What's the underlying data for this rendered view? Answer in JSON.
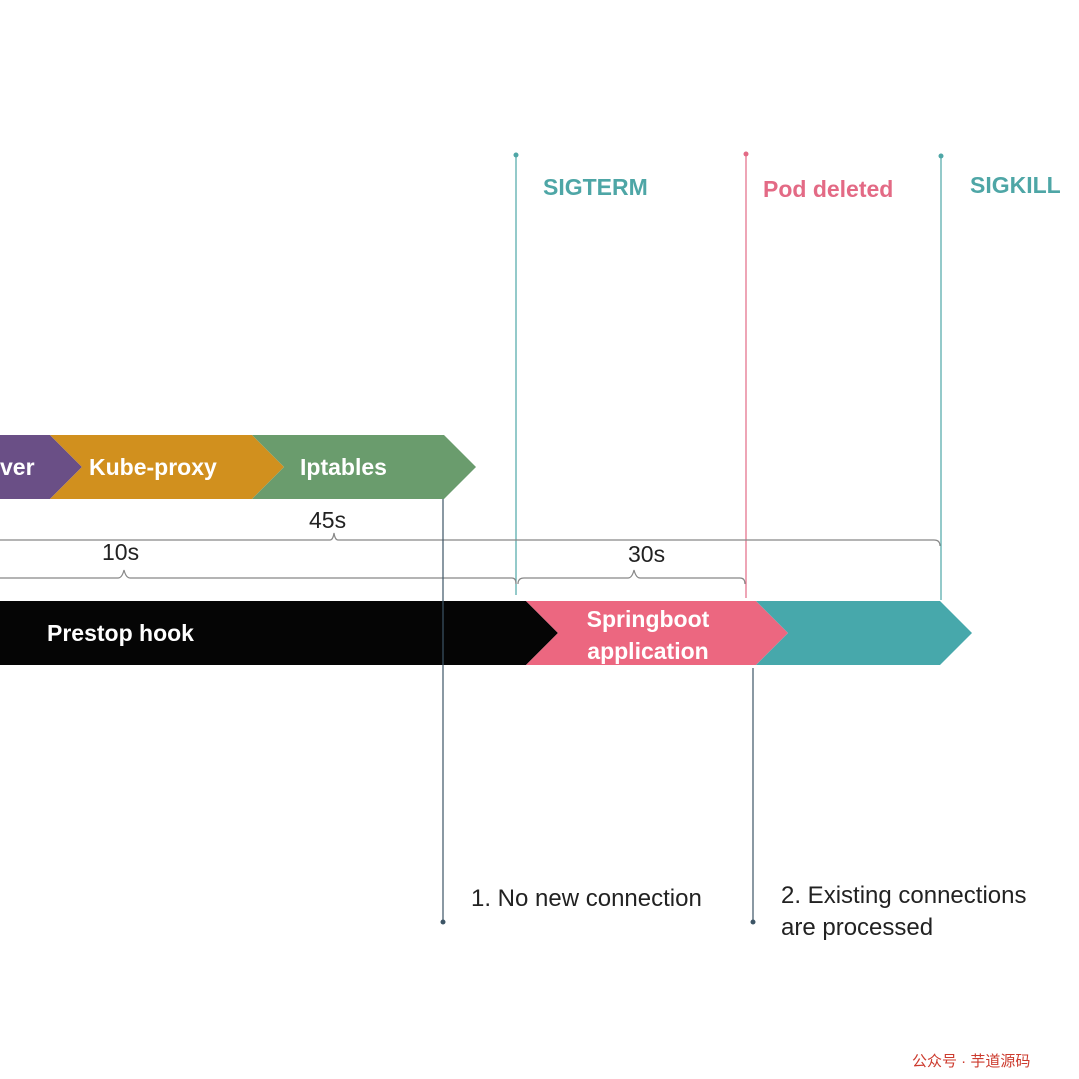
{
  "colors": {
    "purple": "#6a4f86",
    "kube_proxy": "#d1901e",
    "iptables": "#6a9c6d",
    "prestop": "#050505",
    "springboot": "#ec6780",
    "final": "#47a8ab",
    "sigterm": "#4ea6a6",
    "pod_deleted": "#e36a85",
    "sigkill": "#4ea6a6",
    "line_dark": "#3d5566",
    "bracket": "#888888",
    "watermark": "#cc3b2e"
  },
  "events": {
    "sigterm": "SIGTERM",
    "pod_deleted": "Pod deleted",
    "sigkill": "SIGKILL"
  },
  "row1": {
    "first_label": "ver",
    "kube_proxy": "Kube-proxy",
    "iptables": "Iptables"
  },
  "row2": {
    "prestop": "Prestop hook",
    "springboot_line1": "Springboot",
    "springboot_line2": "application",
    "final_label": ""
  },
  "durations": {
    "d45": "45s",
    "d10": "10s",
    "d30": "30s"
  },
  "notes": {
    "note1": "1. No new connection",
    "note2_line1": "2. Existing connections",
    "note2_line2": "are processed"
  },
  "watermark": "公众号 · 芋道源码"
}
